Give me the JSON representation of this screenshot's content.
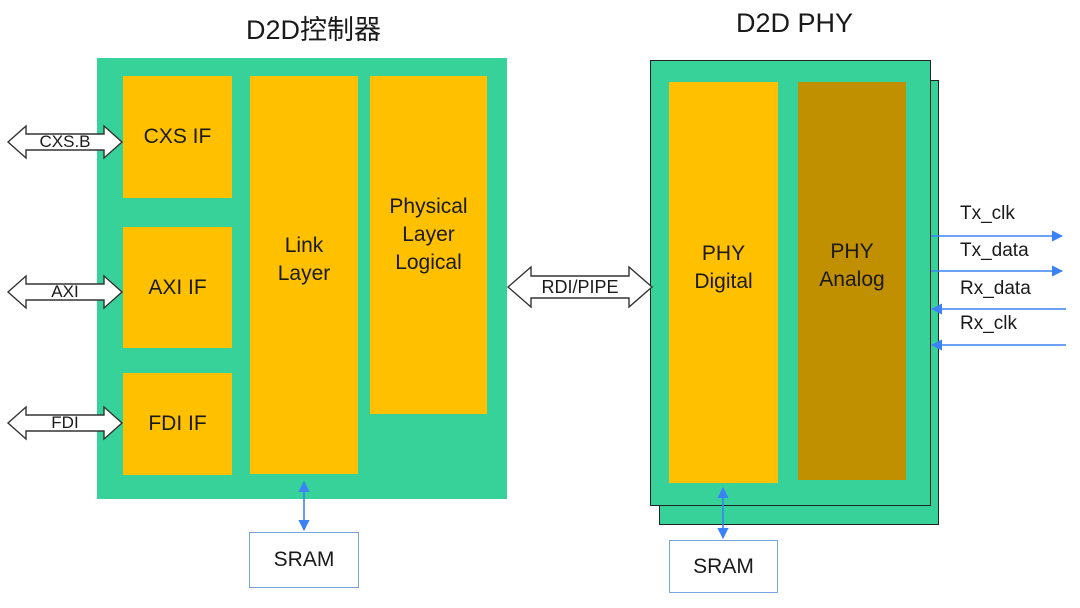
{
  "controller": {
    "title": "D2D控制器",
    "interfaces": [
      {
        "port": "CXS.B",
        "block": "CXS IF"
      },
      {
        "port": "AXI",
        "block": "AXI IF"
      },
      {
        "port": "FDI",
        "block": "FDI IF"
      }
    ],
    "link_layer": "Link\nLayer",
    "physical_logical": "Physical\nLayer\nLogical",
    "sram": "SRAM"
  },
  "bridge_label": "RDI/PIPE",
  "phy": {
    "title": "D2D PHY",
    "digital": "PHY\nDigital",
    "analog": "PHY\nAnalog",
    "sram": "SRAM",
    "signals": [
      {
        "name": "Tx_clk",
        "direction": "out"
      },
      {
        "name": "Tx_data",
        "direction": "out"
      },
      {
        "name": "Rx_data",
        "direction": "in"
      },
      {
        "name": "Rx_clk",
        "direction": "in"
      }
    ]
  },
  "colors": {
    "board": "#36d29a",
    "block": "#ffc000",
    "analog_block": "#c09000",
    "signal_arrow": "#3b82f6",
    "sram_border": "#7aa6e0"
  }
}
